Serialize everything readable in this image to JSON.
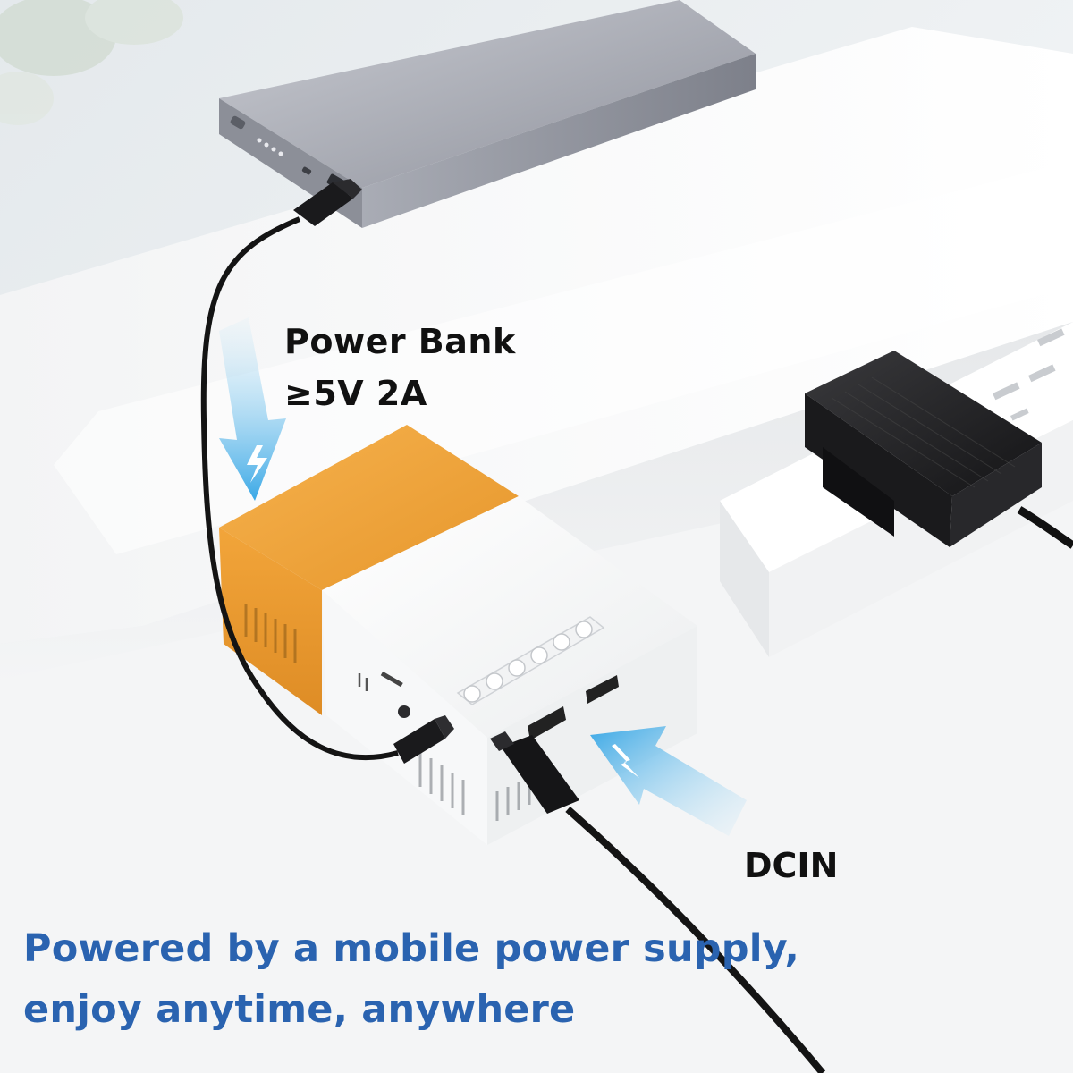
{
  "power_bank_label": {
    "title": "Power Bank",
    "spec": "≥5V  2A"
  },
  "dc_in_label": "DCIN",
  "caption": {
    "line1": "Powered by a mobile power supply,",
    "line2": "enjoy anytime, anywhere"
  },
  "colors": {
    "caption": "#2a63b0",
    "projector_orange": "#f2a53a",
    "projector_white": "#fbfbfb",
    "power_bank": "#9a9ca6",
    "adapter": "#1e1e20",
    "arrow_blue": "#3aa8e6"
  }
}
